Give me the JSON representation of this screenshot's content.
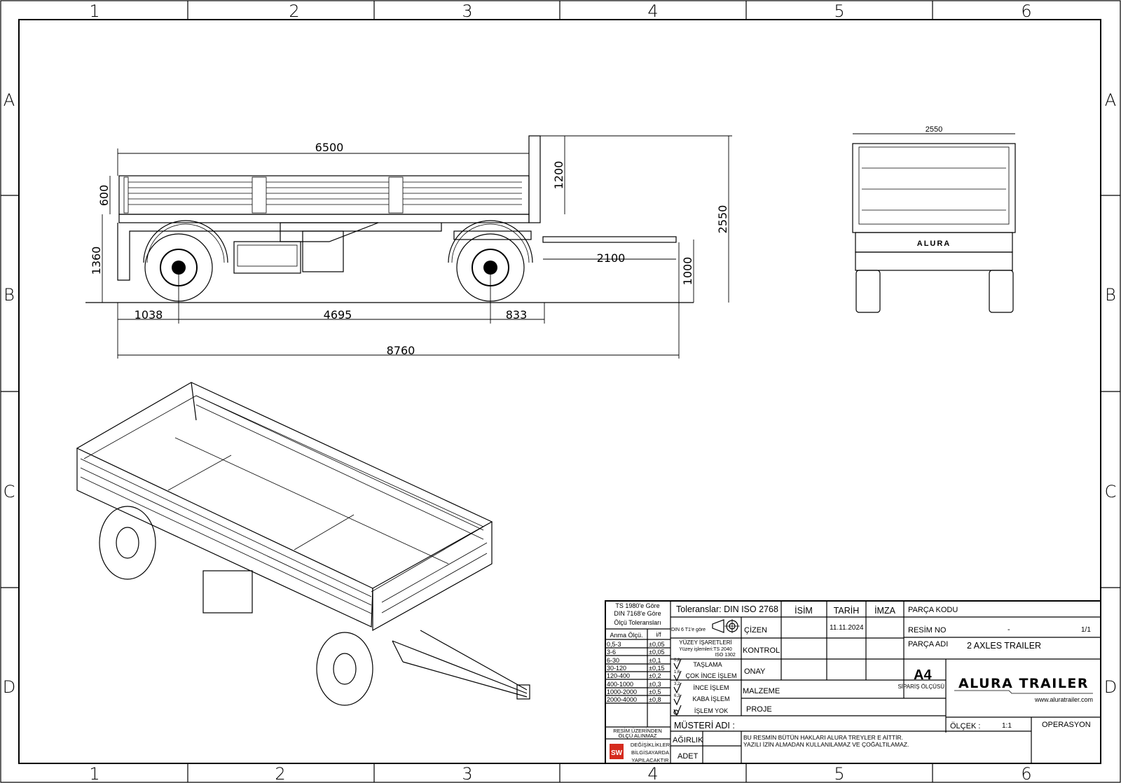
{
  "frame": {
    "columns": [
      "1",
      "2",
      "3",
      "4",
      "5",
      "6"
    ],
    "rows": [
      "A",
      "B",
      "C",
      "D"
    ]
  },
  "side_view": {
    "dimensions": {
      "deck_length": "6500",
      "side_height": "600",
      "deck_height": "1360",
      "headboard_height": "1200",
      "overall_height": "2550",
      "drawbar_length": "2100",
      "coupling_height": "1000",
      "front_overhang": "1038",
      "wheelbase": "4695",
      "rear_to_end": "833",
      "overall_length": "8760"
    }
  },
  "rear_view": {
    "width_dimension": "2550",
    "brand_plate": "ALURA"
  },
  "title_block": {
    "tolerance_standard": [
      "TS 1980'e Göre",
      "DIN 7168'e Göre",
      "Ölçü Toleransları"
    ],
    "tolerance_header": [
      "Anma Ölçü.",
      "i/f"
    ],
    "tolerance_rows": [
      [
        "0,5-3",
        "±0,05"
      ],
      [
        "3-6",
        "±0,05"
      ],
      [
        "6-30",
        "±0,1"
      ],
      [
        "30-120",
        "±0,15"
      ],
      [
        "120-400",
        "±0,2"
      ],
      [
        "400-1000",
        "±0,3"
      ],
      [
        "1000-2000",
        "±0,5"
      ],
      [
        "2000-4000",
        "±0,8"
      ]
    ],
    "no_measure_note": [
      "RESİM ÜZERİNDEN",
      "ÖLÇÜ ALINMAZ"
    ],
    "sw_note": [
      "DEĞİŞİKLİKLER",
      "BİLGİSAYARDA",
      "YAPILACAKTIR"
    ],
    "sw_logo": "SW",
    "tolerances_label": "Toleranslar: DIN ISO 2768",
    "projection_label": "DIN 6 T1'e göre",
    "surface_title": "YÜZEY İŞARETLERİ",
    "surface_std1": "Yüzey işlemleri:TS 2040",
    "surface_std2": "ISO 1302",
    "surface_items": [
      {
        "value": "0,8",
        "label": "TAŞLAMA"
      },
      {
        "value": "1,6",
        "label": "ÇOK İNCE İŞLEM"
      },
      {
        "value": "3,2",
        "label": "İNCE İŞLEM"
      },
      {
        "value": "6,3",
        "label": "KABA İŞLEM"
      },
      {
        "value": "",
        "label": "İŞLEM YOK"
      }
    ],
    "headers": {
      "name": "İSİM",
      "date": "TARİH",
      "signature": "İMZA"
    },
    "roles": [
      "ÇİZEN",
      "KONTROL",
      "ONAY",
      "MALZEME",
      "PROJE"
    ],
    "drawn_date": "11.11.2024",
    "customer_label": "MÜSTERİ ADI :",
    "weight_label": "AĞIRLIK",
    "quantity_label": "ADET",
    "rights_note": [
      "BU RESMİN BÜTÜN HAKLARI ALURA  TREYLER E AİTTİR.",
      "YAZILI İZİN ALMADAN KULLANILAMAZ VE ÇOĞALTILAMAZ."
    ],
    "part_code_label": "PARÇA KODU",
    "drawing_no_label": "RESİM NO",
    "drawing_no_value": "-",
    "sheet": "1/1",
    "part_name_label": "PARÇA ADI",
    "part_name": "2 AXLES TRAILER",
    "paper_size": "A4",
    "order_size_label": "SİPARİŞ ÖLÇÜSÜ",
    "logo_text": "ALURA TRAILER",
    "website": "www.aluratrailer.com",
    "scale_label": "ÖLÇEK :",
    "scale_value": "1:1",
    "operation_label": "OPERASYON"
  }
}
